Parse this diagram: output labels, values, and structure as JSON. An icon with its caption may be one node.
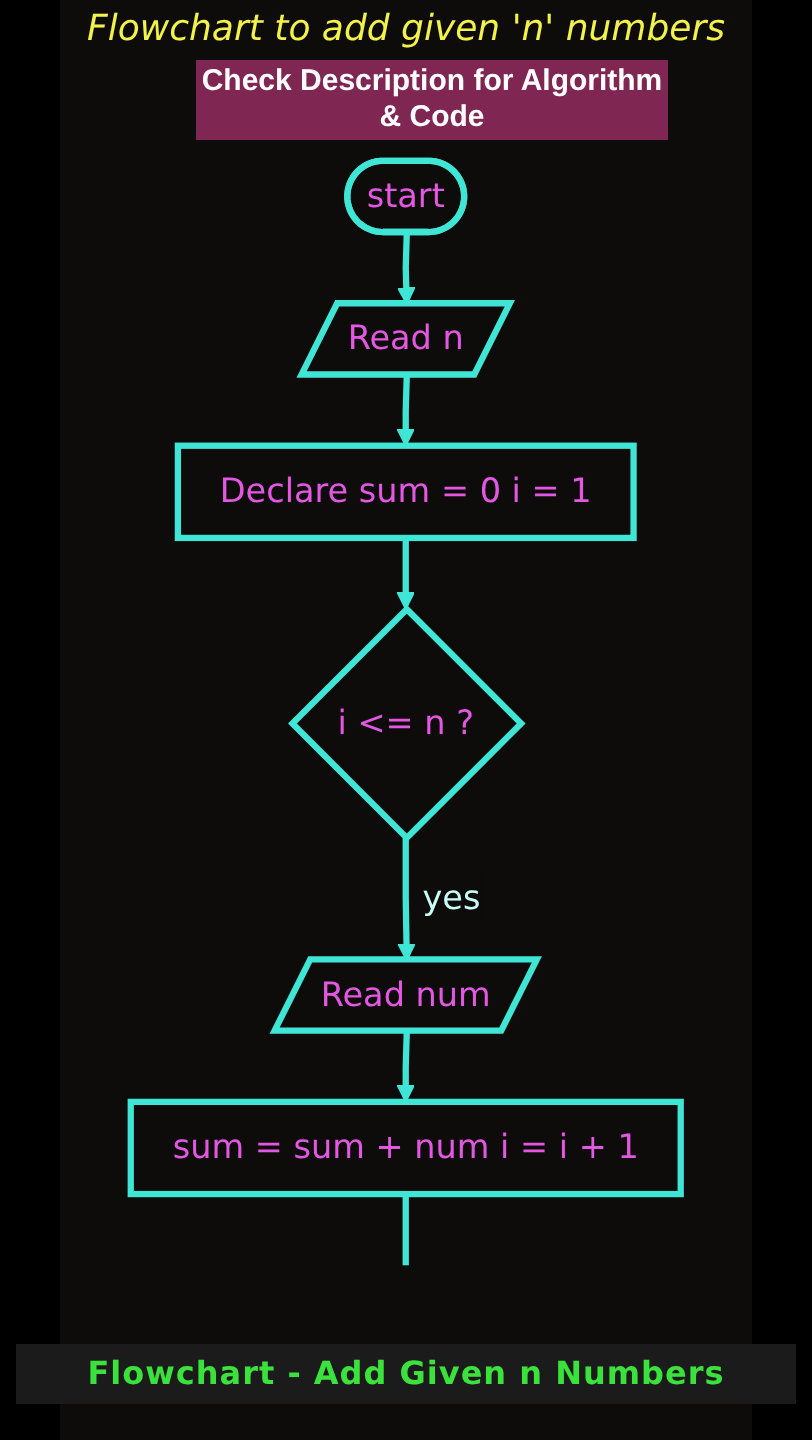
{
  "diagram": {
    "title": "Flowchart to add given 'n' numbers",
    "caption": "Flowchart - Add Given n Numbers",
    "nodes": [
      {
        "text": [
          "start"
        ]
      },
      {
        "text": [
          "Read n"
        ]
      },
      {
        "text": [
          "Declare sum = 0 i = 1"
        ]
      },
      {
        "text": [
          "i <= n ?"
        ]
      },
      {
        "text": [
          "Read num"
        ]
      },
      {
        "text": [
          "sum = sum + num i = i + 1"
        ]
      }
    ],
    "edges": [
      {
        "from": 0,
        "to": 1,
        "arrow": "to"
      },
      {
        "from": 1,
        "to": 2,
        "arrow": "to"
      },
      {
        "from": 2,
        "to": 3,
        "arrow": "to"
      },
      {
        "from": 3,
        "to": 4,
        "arrow": "to",
        "label": "yes"
      },
      {
        "from": 4,
        "to": 5,
        "arrow": "to"
      },
      {
        "from": 5,
        "to": null,
        "arrow": "none"
      }
    ],
    "labels": [
      "Check Description for Algorithm & Code"
    ]
  }
}
